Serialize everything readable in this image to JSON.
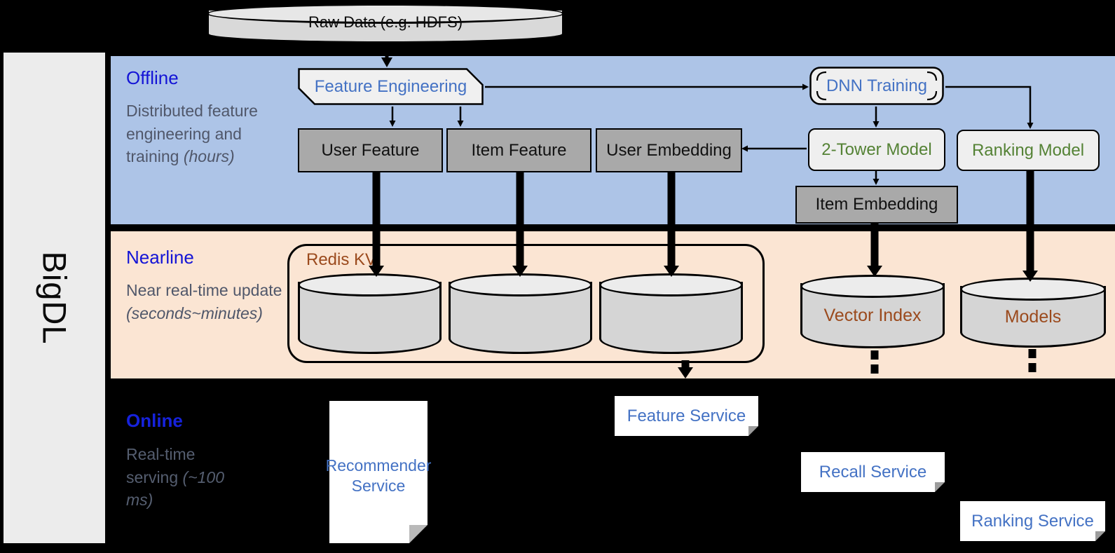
{
  "brand": {
    "label": "BigDL"
  },
  "raw_data": {
    "label": "Raw Data (e.g. HDFS)"
  },
  "sections": {
    "offline": {
      "title": "Offline",
      "subtitle_plain": "Distributed feature engineering and training ",
      "subtitle_italic": "(hours)"
    },
    "nearline": {
      "title": "Nearline",
      "subtitle_plain": "Near real-time update ",
      "subtitle_italic": "(seconds~minutes)"
    },
    "online": {
      "title": "Online",
      "subtitle_plain": "Real-time serving ",
      "subtitle_italic": "(~100 ms)"
    }
  },
  "nodes": {
    "feature_engineering": {
      "label": "Feature Engineering"
    },
    "dnn_training": {
      "label": "DNN Training"
    },
    "user_feature": {
      "label": "User Feature"
    },
    "item_feature": {
      "label": "Item Feature"
    },
    "user_embedding": {
      "label": "User Embedding"
    },
    "two_tower_model": {
      "label": "2-Tower Model"
    },
    "ranking_model": {
      "label": "Ranking Model"
    },
    "item_embedding": {
      "label": "Item Embedding"
    },
    "redis_kv": {
      "label": "Redis KV"
    },
    "vector_index": {
      "label": "Vector Index"
    },
    "models": {
      "label": "Models"
    },
    "recommender_service": {
      "label": "Recommender Service"
    },
    "feature_service": {
      "label": "Feature Service"
    },
    "recall_service": {
      "label": "Recall Service"
    },
    "ranking_service": {
      "label": "Ranking Service"
    }
  },
  "colors": {
    "section_title_blue": "#1414D6",
    "node_text_blue": "#4472C4",
    "model_text_green": "#548235",
    "storage_text_brown": "#9B4A1D",
    "offline_band": "#ADC4E7",
    "nearline_band": "#FBE5D3",
    "online_band": "#000000",
    "feature_box_gray": "#A9A9A9",
    "subtitle_gray": "#50576A"
  }
}
